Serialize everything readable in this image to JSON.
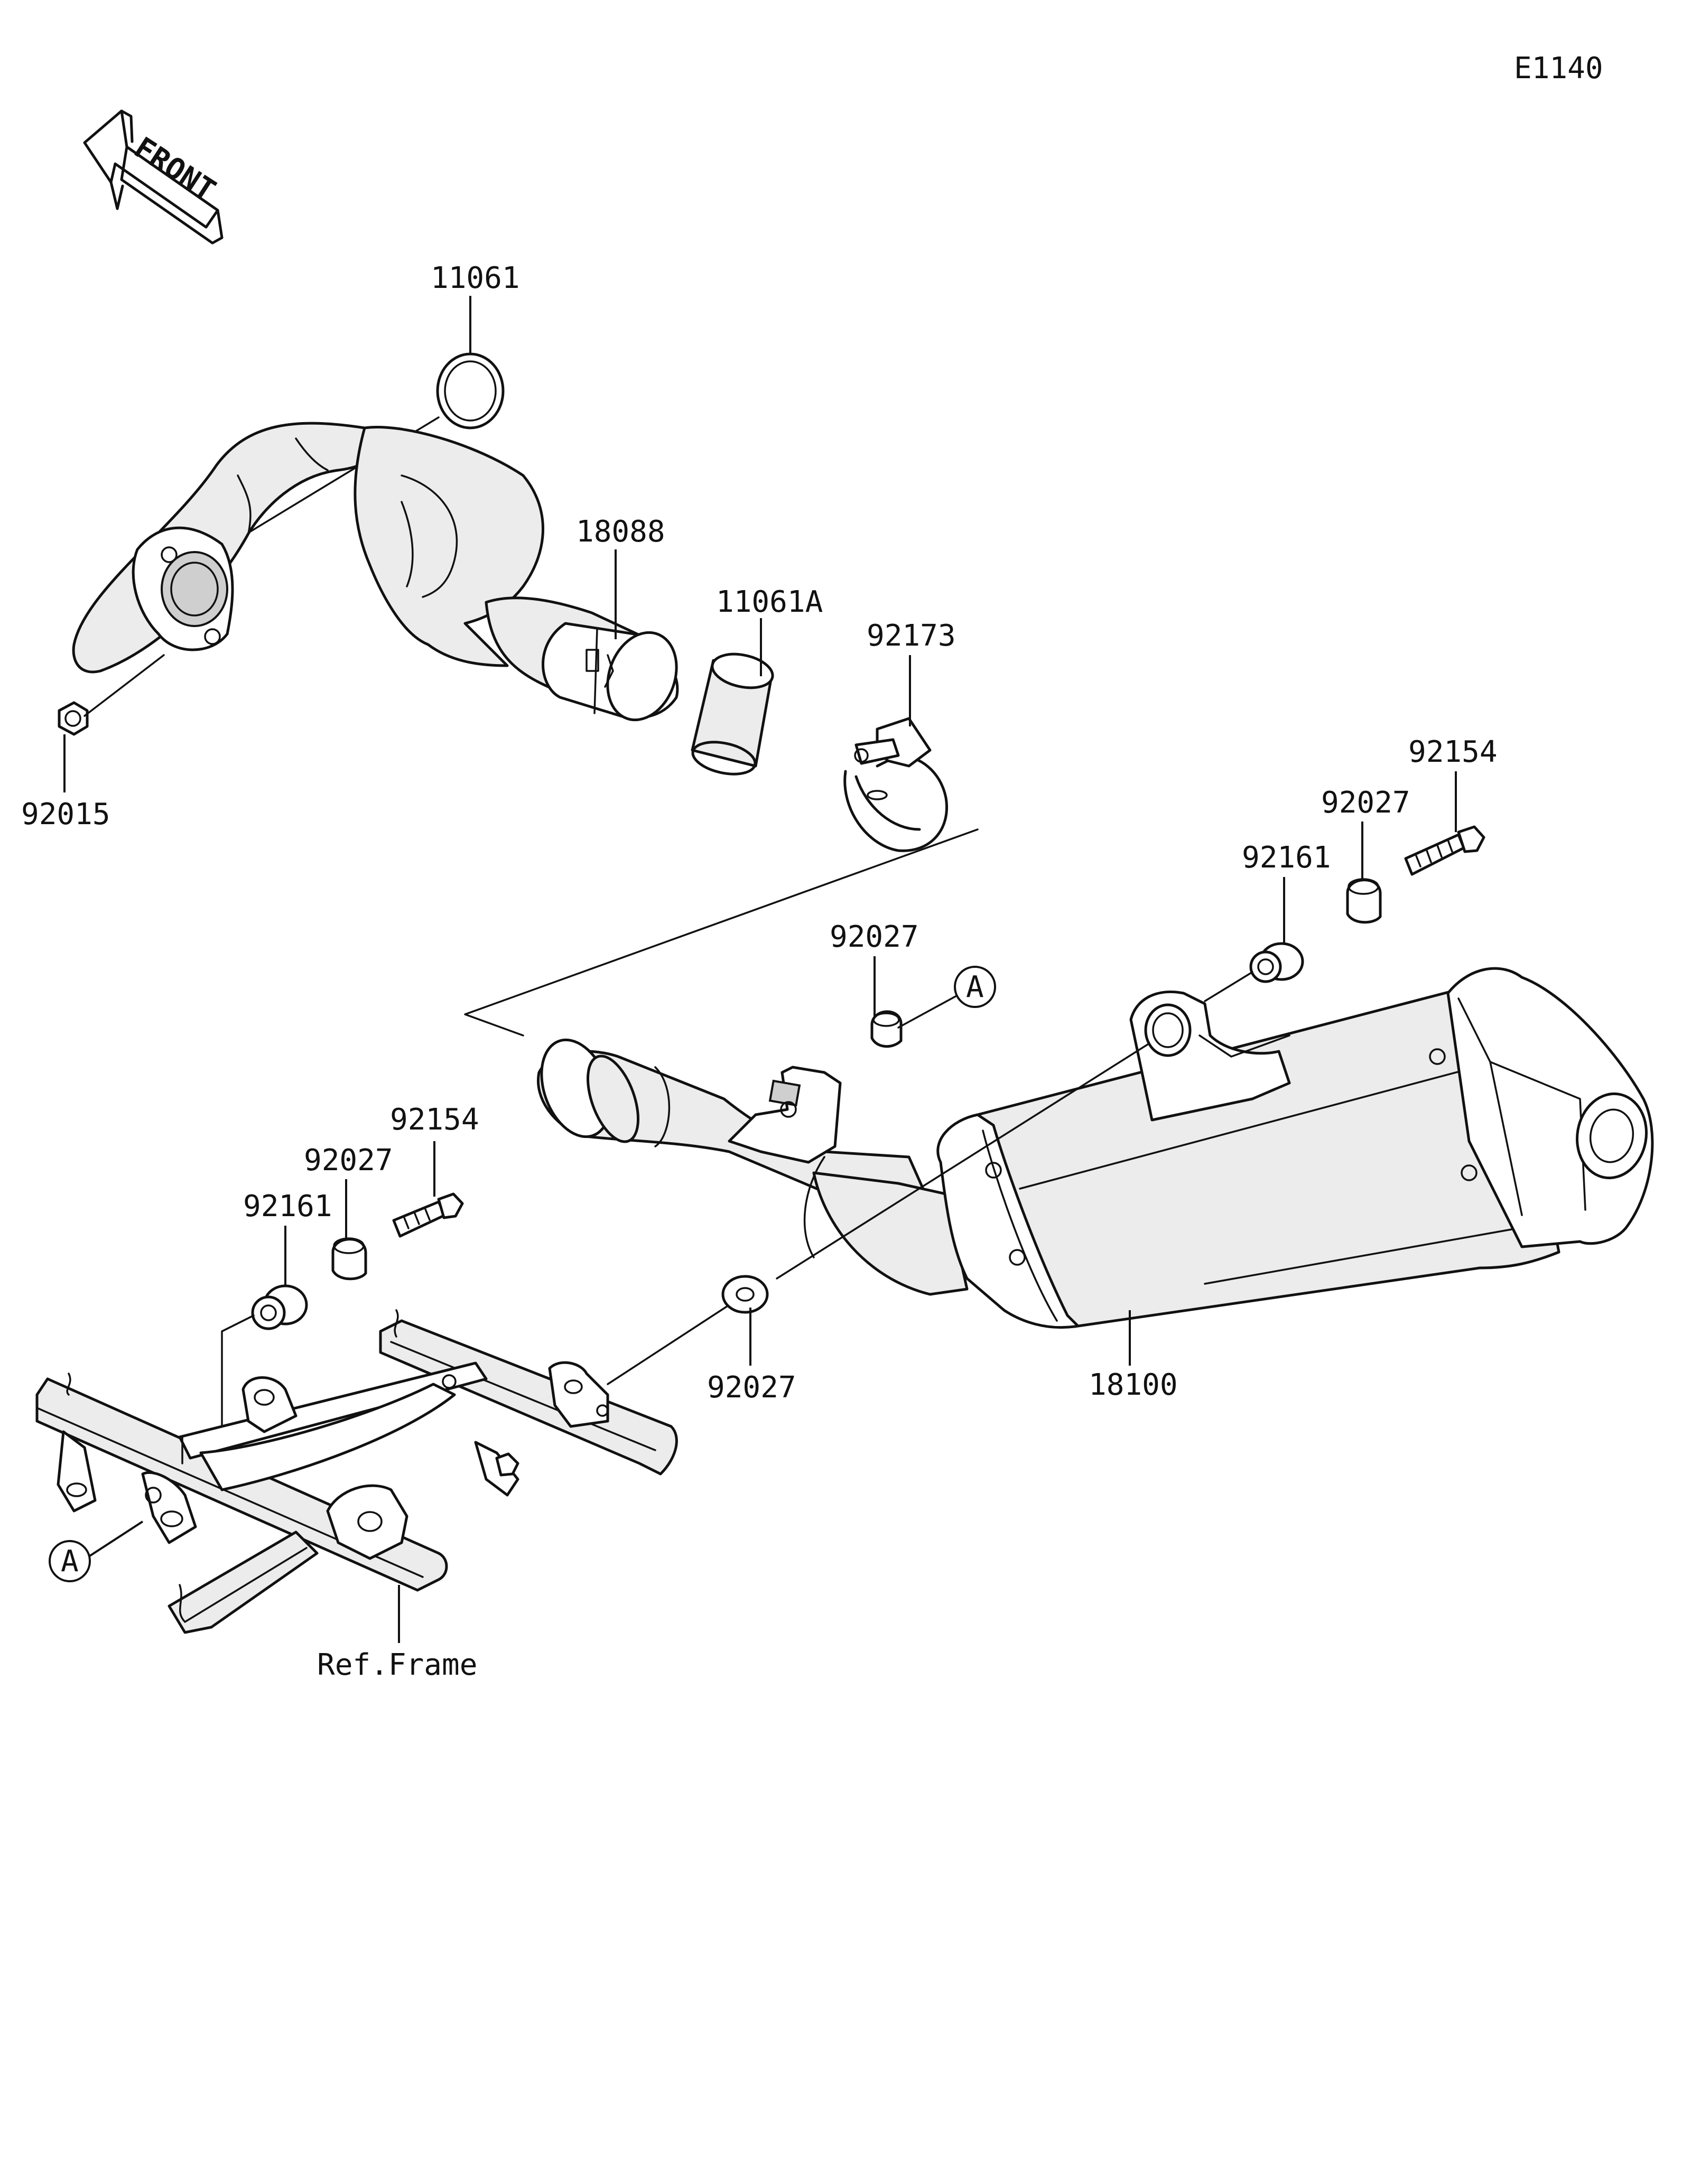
{
  "diagram_code": "E1140",
  "front_label": "FRONT",
  "callout_marker": "A",
  "reference_label": "Ref.Frame",
  "parts": {
    "gasket_top": "11061",
    "exhaust_pipe": "18088",
    "gasket_sleeve": "11061A",
    "clamp": "92173",
    "nut": "92015",
    "bolt_right": "92154",
    "collar_right": "92027",
    "grommet_right": "92161",
    "collar_center": "92027",
    "bolt_left": "92154",
    "collar_left": "92027",
    "grommet_left": "92161",
    "washer_lower": "92027",
    "muffler": "18100"
  }
}
